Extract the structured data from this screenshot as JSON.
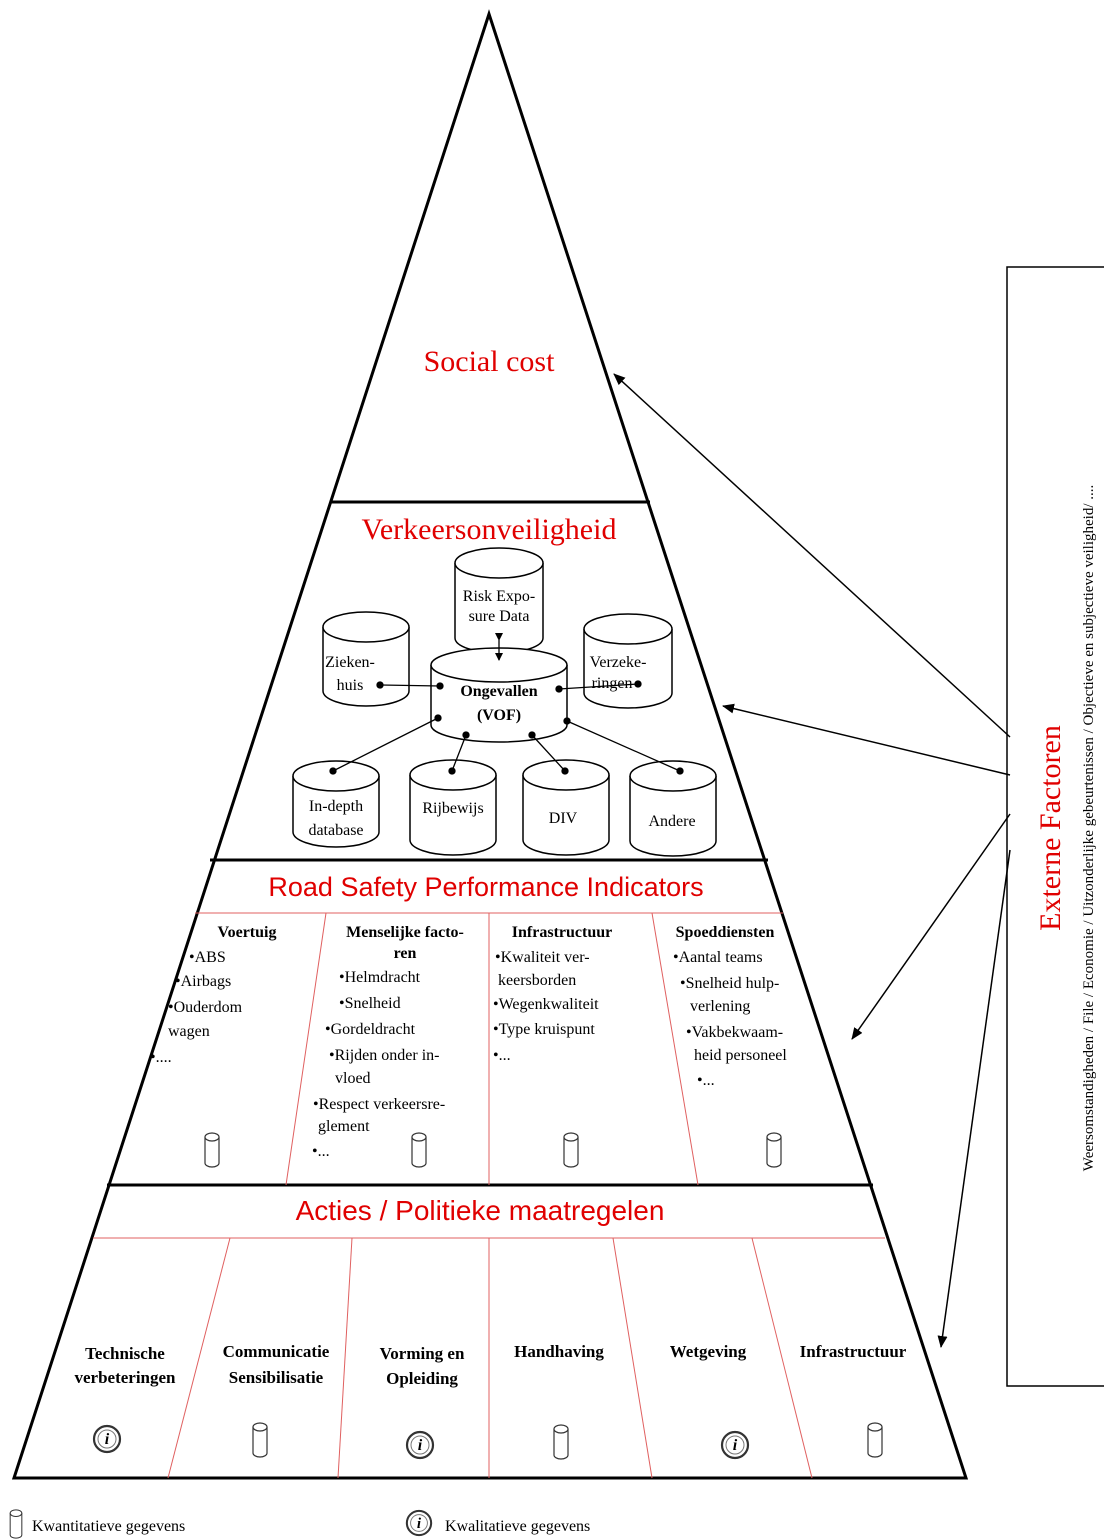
{
  "levels": {
    "social_cost": "Social cost",
    "verkeersonveiligheid": "Verkeersonveiligheid",
    "rspi": "Road Safety Performance Indicators",
    "acties": "Acties / Politieke maatregelen"
  },
  "databases": {
    "risk_line1": "Risk Expo-",
    "risk_line2": "sure Data",
    "zieken_line1": "Zieken-",
    "zieken_line2": "huis",
    "verzeke_line1": "Verzeke-",
    "verzeke_line2": "ringen",
    "ongevallen_line1": "Ongevallen",
    "ongevallen_line2": "(VOF)",
    "indepth_line1": "In-depth",
    "indepth_line2": "database",
    "rijbewijs": "Rijbewijs",
    "div": "DIV",
    "andere": "Andere"
  },
  "indicators": {
    "voertuig": {
      "title": "Voertuig",
      "i1": "•ABS",
      "i2": "•Airbags",
      "i3a": "•Ouderdom",
      "i3b": "wagen",
      "i4": "•...."
    },
    "mens": {
      "title_a": "Menselijke facto-",
      "title_b": "ren",
      "i1": "•Helmdracht",
      "i2": "•Snelheid",
      "i3": "•Gordeldracht",
      "i4a": "•Rijden   onder   in-",
      "i4b": "vloed",
      "i5a": "•Respect  verkeersre-",
      "i5b": "glement",
      "i6": "•..."
    },
    "infra": {
      "title": "Infrastructuur",
      "i1a": "•Kwaliteit ver-",
      "i1b": "keersborden",
      "i2": "•Wegenkwaliteit",
      "i3": "•Type kruispunt",
      "i4": "•..."
    },
    "spoed": {
      "title": "Spoeddiensten",
      "i1": "•Aantal teams",
      "i2a": "•Snelheid hulp-",
      "i2b": "verlening",
      "i3a": "•Vakbekwaam-",
      "i3b": "heid personeel",
      "i4": "•..."
    }
  },
  "actions": {
    "tech_a": "Technische",
    "tech_b": "verbeteringen",
    "comm_a": "Communicatie",
    "comm_b": "Sensibilisatie",
    "vorm_a": "Vorming en",
    "vorm_b": "Opleiding",
    "handhaving": "Handhaving",
    "wetgeving": "Wetgeving",
    "infra": "Infrastructuur"
  },
  "external": {
    "title": "Externe Factoren",
    "subtitle": "Weersomstandigheden / File / Economie / Uitzonderlijke gebeurtenissen  / Objectieve en subjectieve veiligheid/  ...."
  },
  "legend": {
    "quant": "Kwantitatieve gegevens",
    "qual": "Kwalitatieve gegevens"
  },
  "info_glyph": "i",
  "colors": {
    "title_red": "#e00000",
    "divider_red": "#e06060",
    "line_black": "#000000"
  }
}
